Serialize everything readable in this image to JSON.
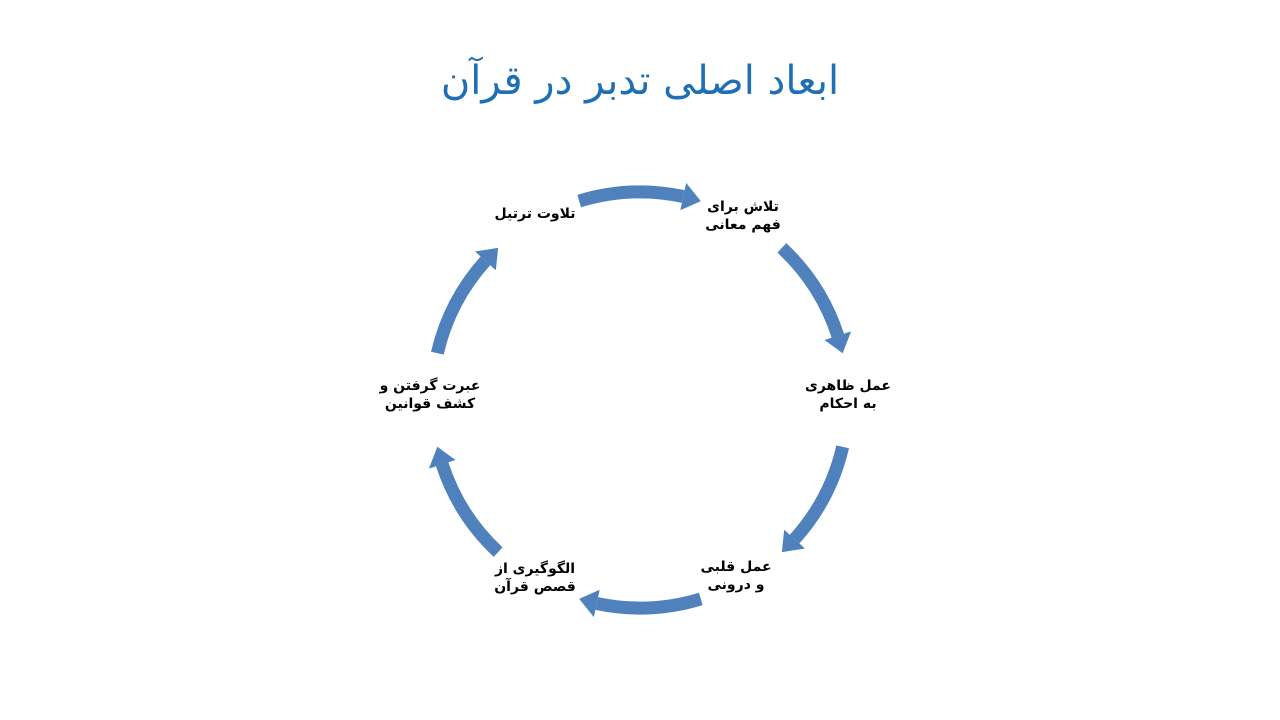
{
  "title": "ابعاد اصلی تدبر در قرآن",
  "colors": {
    "arrow": "#4F81BD",
    "title": "#1F6FB5"
  },
  "cycle": {
    "nodes": [
      {
        "label": "تلاوت ترتیل"
      },
      {
        "label": "تلاش برای فهم معانی"
      },
      {
        "label": "عمل ظاهری به احکام"
      },
      {
        "label": "عمل قلبی و درونی"
      },
      {
        "label": "الگوگیری از قصص قرآن"
      },
      {
        "label": "عبرت گرفتن و کشف قوانین"
      }
    ],
    "direction": "clockwise"
  }
}
